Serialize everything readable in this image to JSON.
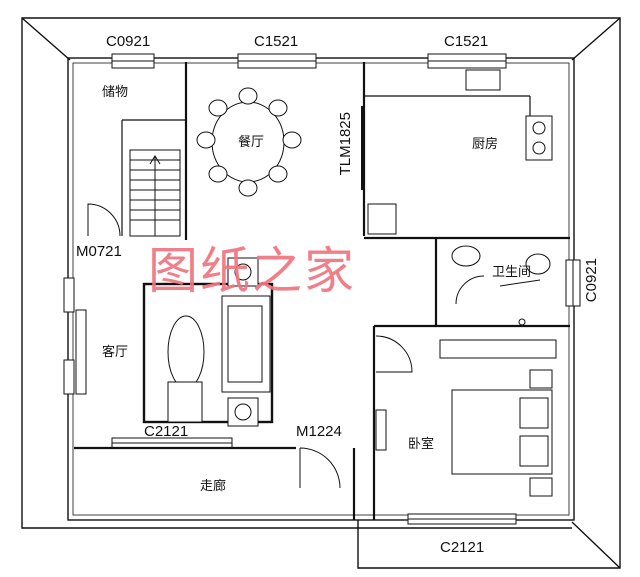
{
  "rooms": {
    "storage": "储物",
    "dining": "餐厅",
    "kitchen": "厨房",
    "bathroom": "卫生间",
    "living": "客厅",
    "bedroom": "卧室",
    "corridor": "走廊"
  },
  "labels": {
    "c0921_top": "C0921",
    "c1521_top_mid": "C1521",
    "c1521_top_right": "C1521",
    "tlm1825": "TLM1825",
    "m0721": "M0721",
    "c0921_right": "C0921",
    "c2121_living": "C2121",
    "m1224": "M1224",
    "c2121_bottom": "C2121"
  },
  "watermark": "图纸之家",
  "colors": {
    "line": "#111111",
    "watermark": "#f0757f"
  }
}
